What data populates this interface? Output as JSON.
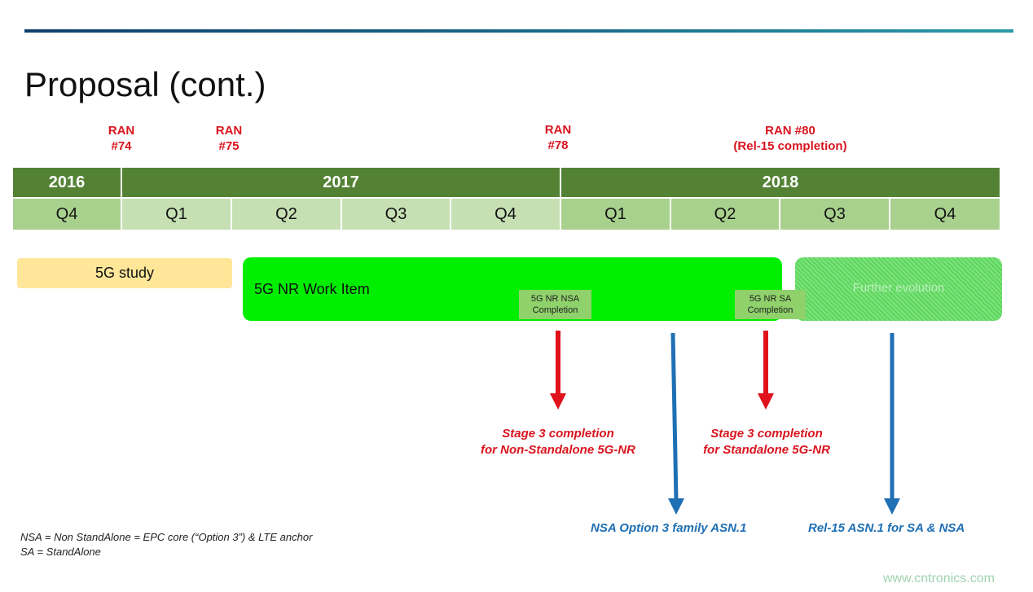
{
  "title": "Proposal (cont.)",
  "ran_meetings": [
    {
      "line1": "RAN",
      "line2": "#74"
    },
    {
      "line1": "RAN",
      "line2": "#75"
    },
    {
      "line1": "RAN",
      "line2": "#78"
    },
    {
      "line1": "RAN #80",
      "line2": "(Rel-15 completion)"
    }
  ],
  "years": [
    "2016",
    "2017",
    "2018"
  ],
  "quarters": [
    "Q4",
    "Q1",
    "Q2",
    "Q3",
    "Q4",
    "Q1",
    "Q2",
    "Q3",
    "Q4"
  ],
  "bars": {
    "study": "5G study",
    "work_item": "5G NR Work Item",
    "further": "Further evolution"
  },
  "milestones": {
    "nsa": {
      "line1": "5G NR NSA",
      "line2": "Completion"
    },
    "sa": {
      "line1": "5G NR SA",
      "line2": "Completion"
    }
  },
  "stage3": {
    "nsa": {
      "line1": "Stage 3 completion",
      "line2": "for Non-Standalone 5G-NR"
    },
    "sa": {
      "line1": "Stage 3 completion",
      "line2": "for Standalone 5G-NR"
    }
  },
  "asn": {
    "nsa": "NSA Option 3  family ASN.1",
    "rel15": "Rel-15 ASN.1 for SA & NSA"
  },
  "notes": [
    "NSA = Non StandAlone = EPC core (“Option 3”) & LTE anchor",
    "SA = StandAlone"
  ],
  "watermark": "www.cntronics.com",
  "colors": {
    "ran_red": "#d9141e",
    "year_green": "#548235",
    "quarter_light": "#c6e0b4",
    "quarter_dark": "#a9d18e",
    "study_yellow": "#ffe699",
    "work_item_green": "#00ee00",
    "arrow_red": "#e0121b",
    "arrow_blue": "#1f6fb5"
  }
}
